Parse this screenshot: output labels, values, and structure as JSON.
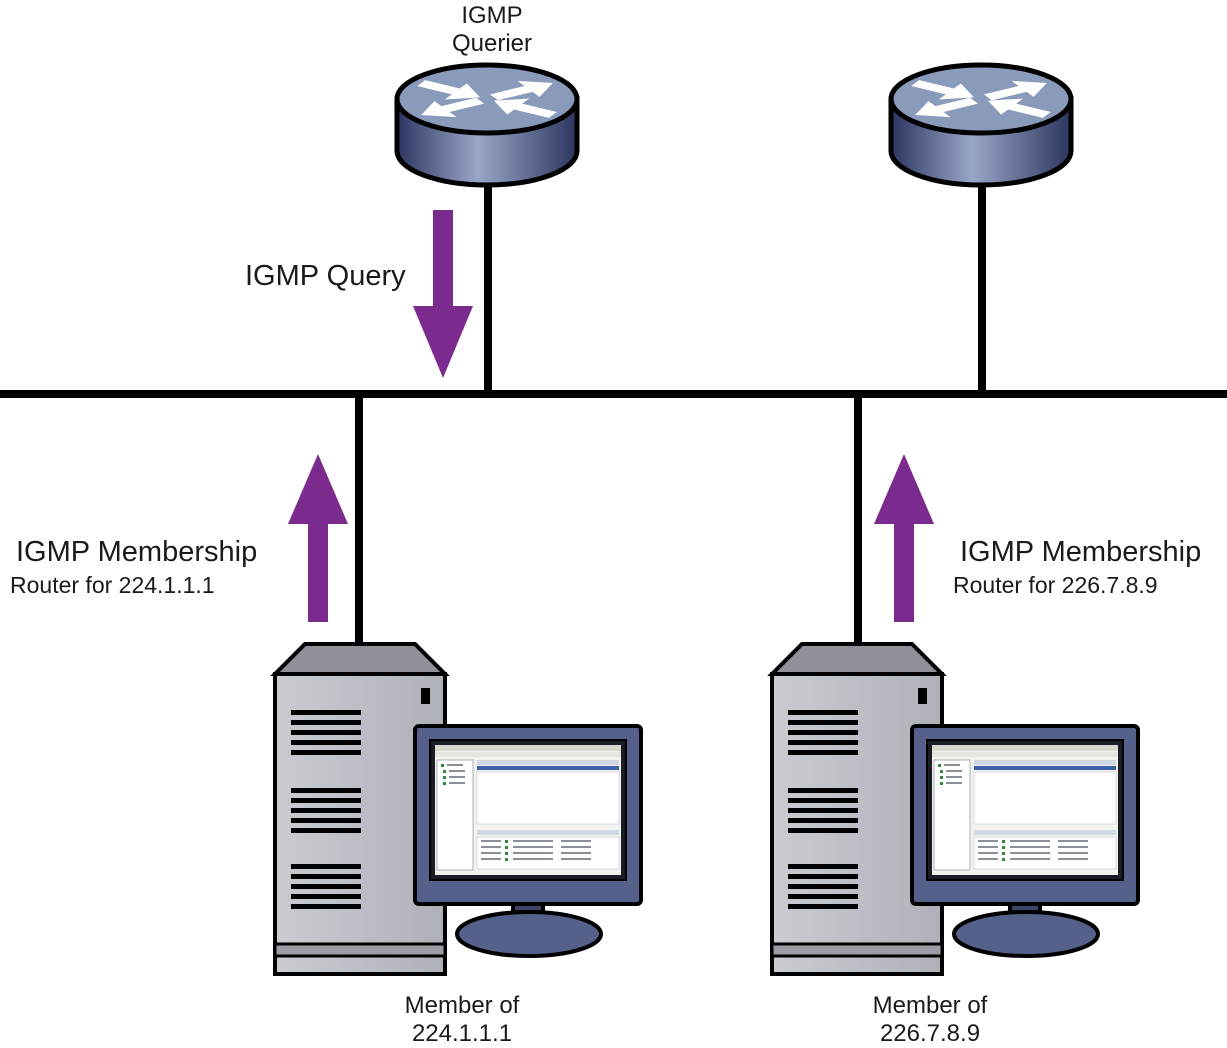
{
  "querier_label_line1": "IGMP",
  "querier_label_line2": "Querier",
  "query_label": "IGMP Query",
  "left_membership_line1": "IGMP Membership",
  "left_membership_line2": "Router for 224.1.1.1",
  "right_membership_line1": "IGMP Membership",
  "right_membership_line2": "Router for 226.7.8.9",
  "left_member_line1": "Member of",
  "left_member_line2": "224.1.1.1",
  "right_member_line1": "Member of",
  "right_member_line2": "226.7.8.9",
  "colors": {
    "arrow": "#7b2a8e",
    "line": "#000000",
    "router_top": "#8fa0bf",
    "router_side": "#55618a",
    "server_body": "#b8bcc2",
    "monitor_frame": "#55618a"
  },
  "icons": {
    "router": "router-icon",
    "server": "server-tower-icon",
    "monitor": "monitor-icon"
  }
}
